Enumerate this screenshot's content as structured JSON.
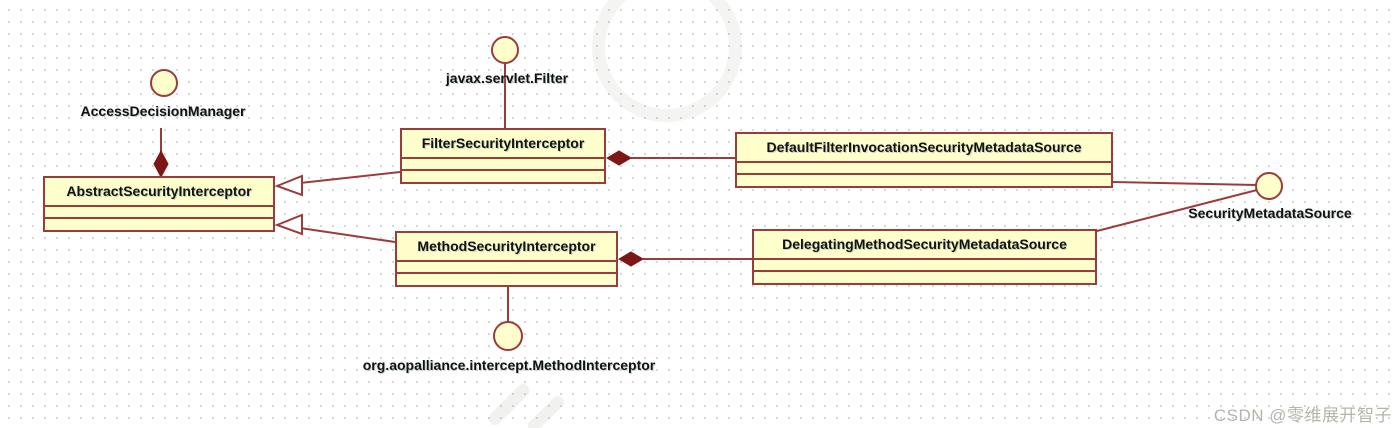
{
  "diagram": {
    "classes": [
      {
        "name": "AbstractSecurityInterceptor"
      },
      {
        "name": "FilterSecurityInterceptor"
      },
      {
        "name": "DefaultFilterInvocationSecurityMetadataSource"
      },
      {
        "name": "MethodSecurityInterceptor"
      },
      {
        "name": "DelegatingMethodSecurityMetadataSource"
      }
    ],
    "interfaces": [
      {
        "name": "AccessDecisionManager"
      },
      {
        "name": "javax.servlet.Filter"
      },
      {
        "name": "SecurityMetadataSource"
      },
      {
        "name": "org.aopalliance.intercept.MethodInterceptor"
      }
    ],
    "relationships": [
      {
        "from": "AccessDecisionManager",
        "to": "AbstractSecurityInterceptor",
        "type": "composition-arrow"
      },
      {
        "from": "FilterSecurityInterceptor",
        "to": "AbstractSecurityInterceptor",
        "type": "generalization"
      },
      {
        "from": "MethodSecurityInterceptor",
        "to": "AbstractSecurityInterceptor",
        "type": "generalization"
      },
      {
        "from": "javax.servlet.Filter",
        "to": "FilterSecurityInterceptor",
        "type": "lollipop-interface"
      },
      {
        "from": "org.aopalliance.intercept.MethodInterceptor",
        "to": "MethodSecurityInterceptor",
        "type": "lollipop-interface"
      },
      {
        "from": "DefaultFilterInvocationSecurityMetadataSource",
        "to": "FilterSecurityInterceptor",
        "type": "composition"
      },
      {
        "from": "DelegatingMethodSecurityMetadataSource",
        "to": "MethodSecurityInterceptor",
        "type": "composition"
      },
      {
        "from": "DefaultFilterInvocationSecurityMetadataSource",
        "to": "SecurityMetadataSource",
        "type": "lollipop-interface"
      },
      {
        "from": "DelegatingMethodSecurityMetadataSource",
        "to": "SecurityMetadataSource",
        "type": "lollipop-interface"
      }
    ],
    "colors": {
      "node_fill": "#FFFFCC",
      "node_border": "#9C3B3B",
      "connector": "#9C3B3B",
      "diamond_fill": "#7D1616",
      "text": "#121212"
    }
  },
  "watermark": {
    "text": "CSDN @零维展开智子"
  }
}
